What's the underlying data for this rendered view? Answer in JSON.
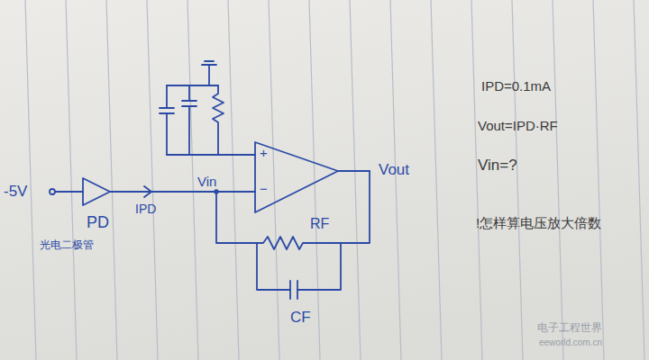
{
  "diagram": {
    "labels": [
      "-5V",
      "PD",
      "光电二极管",
      "IPD",
      "Vin",
      "+",
      "−",
      "Vout",
      "RF",
      "CF",
      "IPD=0.1mA",
      "Vout=IPD·RF",
      "Vin=?",
      "!怎样算电压放大倍数",
      "电子工程世界",
      "eeworld.com.cn"
    ]
  }
}
